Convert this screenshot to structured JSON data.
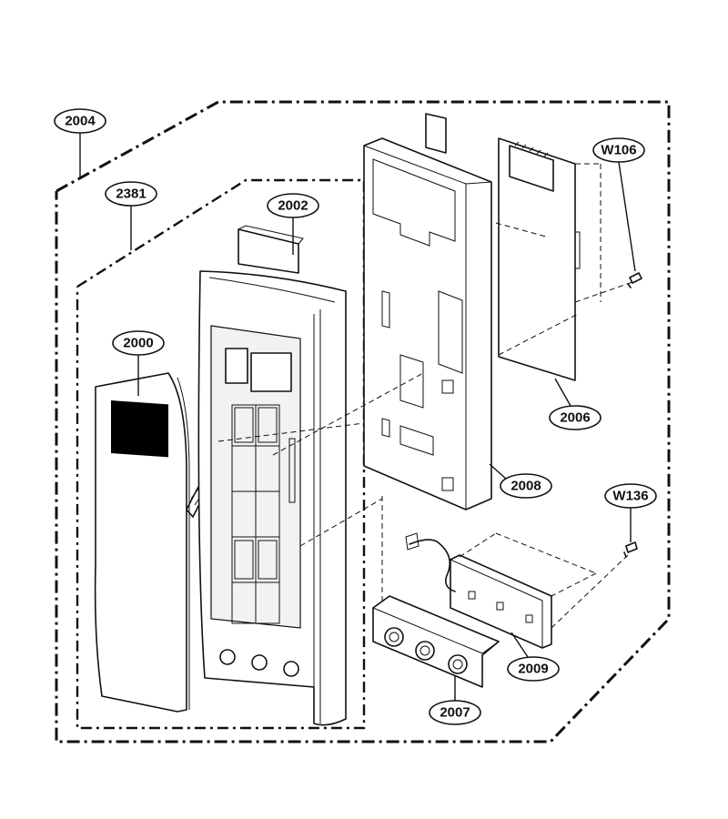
{
  "callouts": {
    "c2004": "2004",
    "c2381": "2381",
    "c2002": "2002",
    "c2000": "2000",
    "cW106": "W106",
    "c2006": "2006",
    "c2008": "2008",
    "cW136": "W136",
    "c2009": "2009",
    "c2007": "2007"
  },
  "colors": {
    "line": "#111111",
    "background": "#ffffff",
    "display_window": "#000000"
  }
}
